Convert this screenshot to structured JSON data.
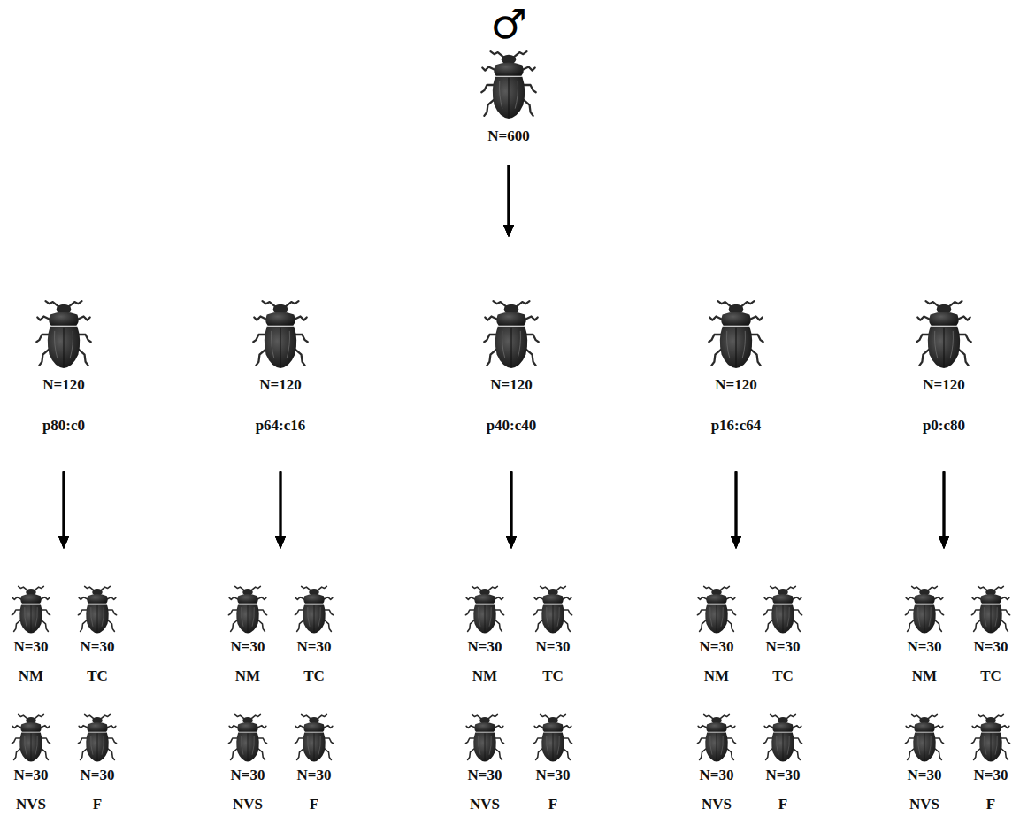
{
  "diagram": {
    "nodes": [
      {
        "text": [
          "♂",
          "N=600"
        ]
      },
      {
        "text": [
          "N=120",
          "p80:c0"
        ]
      },
      {
        "text": [
          "N=120",
          "p64:c16"
        ]
      },
      {
        "text": [
          "N=120",
          "p40:c40"
        ]
      },
      {
        "text": [
          "N=120",
          "p16:c64"
        ]
      },
      {
        "text": [
          "N=120",
          "p0:c80"
        ]
      },
      {
        "text": [
          "N=30",
          "NM"
        ]
      },
      {
        "text": [
          "N=30",
          "TC"
        ]
      },
      {
        "text": [
          "N=30",
          "NVS"
        ]
      },
      {
        "text": [
          "N=30",
          "F"
        ]
      },
      {
        "text": [
          "N=30",
          "NM"
        ]
      },
      {
        "text": [
          "N=30",
          "TC"
        ]
      },
      {
        "text": [
          "N=30",
          "NVS"
        ]
      },
      {
        "text": [
          "N=30",
          "F"
        ]
      },
      {
        "text": [
          "N=30",
          "NM"
        ]
      },
      {
        "text": [
          "N=30",
          "TC"
        ]
      },
      {
        "text": [
          "N=30",
          "NVS"
        ]
      },
      {
        "text": [
          "N=30",
          "F"
        ]
      },
      {
        "text": [
          "N=30",
          "NM"
        ]
      },
      {
        "text": [
          "N=30",
          "TC"
        ]
      },
      {
        "text": [
          "N=30",
          "NVS"
        ]
      },
      {
        "text": [
          "N=30",
          "F"
        ]
      },
      {
        "text": [
          "N=30",
          "NM"
        ]
      },
      {
        "text": [
          "N=30",
          "TC"
        ]
      },
      {
        "text": [
          "N=30",
          "NVS"
        ]
      },
      {
        "text": [
          "N=30",
          "F"
        ]
      }
    ],
    "edges": [
      {
        "from": 0,
        "to": 1,
        "arrow": "to"
      },
      {
        "from": 0,
        "to": 2,
        "arrow": "to"
      },
      {
        "from": 0,
        "to": 3,
        "arrow": "to"
      },
      {
        "from": 0,
        "to": 4,
        "arrow": "to"
      },
      {
        "from": 0,
        "to": 5,
        "arrow": "to"
      },
      {
        "from": 1,
        "to": 6,
        "arrow": "to"
      },
      {
        "from": 1,
        "to": 7,
        "arrow": "to"
      },
      {
        "from": 1,
        "to": 8,
        "arrow": "to"
      },
      {
        "from": 1,
        "to": 9,
        "arrow": "to"
      },
      {
        "from": 2,
        "to": 10,
        "arrow": "to"
      },
      {
        "from": 2,
        "to": 11,
        "arrow": "to"
      },
      {
        "from": 2,
        "to": 12,
        "arrow": "to"
      },
      {
        "from": 2,
        "to": 13,
        "arrow": "to"
      },
      {
        "from": 3,
        "to": 14,
        "arrow": "to"
      },
      {
        "from": 3,
        "to": 15,
        "arrow": "to"
      },
      {
        "from": 3,
        "to": 16,
        "arrow": "to"
      },
      {
        "from": 3,
        "to": 17,
        "arrow": "to"
      },
      {
        "from": 4,
        "to": 18,
        "arrow": "to"
      },
      {
        "from": 4,
        "to": 19,
        "arrow": "to"
      },
      {
        "from": 4,
        "to": 20,
        "arrow": "to"
      },
      {
        "from": 4,
        "to": 21,
        "arrow": "to"
      },
      {
        "from": 5,
        "to": 22,
        "arrow": "to"
      },
      {
        "from": 5,
        "to": 23,
        "arrow": "to"
      },
      {
        "from": 5,
        "to": 24,
        "arrow": "to"
      },
      {
        "from": 5,
        "to": 25,
        "arrow": "to"
      }
    ]
  }
}
